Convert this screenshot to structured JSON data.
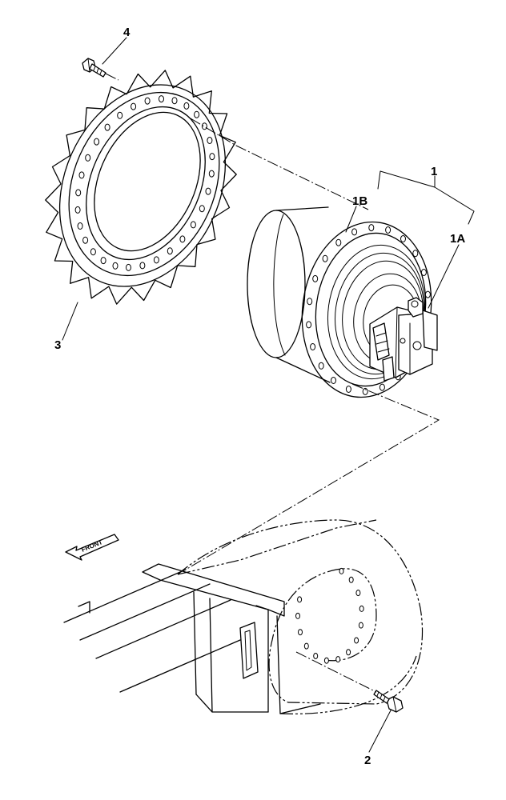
{
  "diagram": {
    "callouts": {
      "assembly": "1",
      "motor": "1A",
      "reducer": "1B",
      "frame_bolt": "2",
      "sprocket": "3",
      "sprocket_bolt": "4"
    },
    "front_arrow": "FRONT"
  }
}
